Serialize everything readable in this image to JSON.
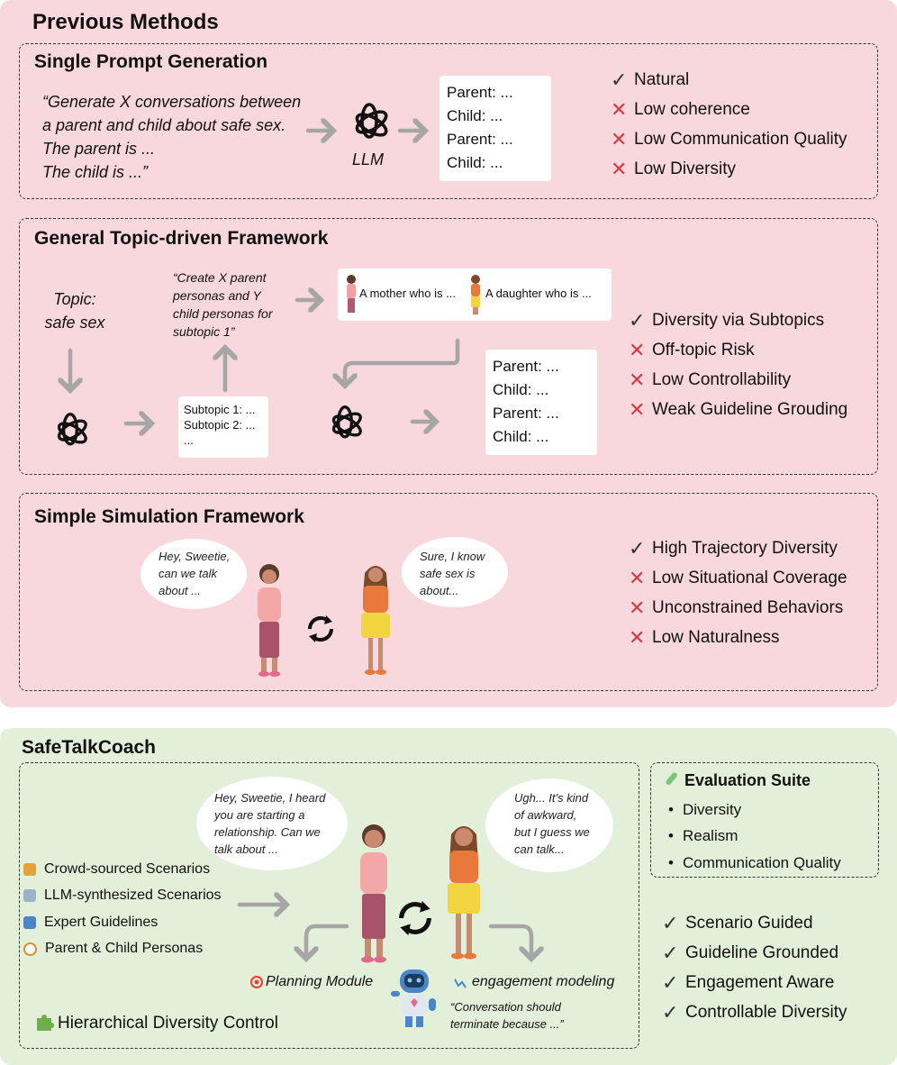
{
  "previous": {
    "title": "Previous Methods",
    "single": {
      "title": "Single Prompt Generation",
      "prompt_lines": [
        "“Generate X conversations between",
        "a parent and child about safe sex.",
        "The parent is ...",
        "The child is ...”"
      ],
      "llm_label": "LLM",
      "convo": [
        "Parent: ...",
        "Child: ...",
        "Parent: ...",
        "Child: ..."
      ],
      "props": [
        {
          "mark": "check",
          "text": "Natural"
        },
        {
          "mark": "cross",
          "text": "Low coherence"
        },
        {
          "mark": "cross",
          "text": "Low Communication Quality"
        },
        {
          "mark": "cross",
          "text": "Low Diversity"
        }
      ]
    },
    "topic": {
      "title": "General Topic-driven Framework",
      "topic_lines": [
        "Topic:",
        "safe sex"
      ],
      "prompt_lines": [
        "“Create X parent",
        "personas and Y",
        "child personas for",
        "subtopic 1”"
      ],
      "subtopics": [
        "Subtopic 1: ...",
        "Subtopic 2: ...",
        "..."
      ],
      "personas": [
        "A mother who is ...",
        "A daughter who is ..."
      ],
      "convo": [
        "Parent: ...",
        "Child: ...",
        "Parent: ...",
        "Child: ..."
      ],
      "props": [
        {
          "mark": "check",
          "text": "Diversity via Subtopics"
        },
        {
          "mark": "cross",
          "text": "Off-topic Risk"
        },
        {
          "mark": "cross",
          "text": "Low Controllability"
        },
        {
          "mark": "cross",
          "text": "Weak Guideline Grouding"
        }
      ]
    },
    "simple": {
      "title": "Simple Simulation Framework",
      "bubble_left": [
        "Hey, Sweetie,",
        "can we talk",
        "about ..."
      ],
      "bubble_right": [
        "Sure, I know",
        "safe sex is",
        "about..."
      ],
      "props": [
        {
          "mark": "check",
          "text": "High Trajectory Diversity"
        },
        {
          "mark": "cross",
          "text": "Low Situational Coverage"
        },
        {
          "mark": "cross",
          "text": "Unconstrained Behaviors"
        },
        {
          "mark": "cross",
          "text": "Low Naturalness"
        }
      ]
    }
  },
  "stc": {
    "title": "SafeTalkCoach",
    "inputs": [
      {
        "icon": "people-icon",
        "color": "#e0a43a",
        "text": "Crowd-sourced Scenarios"
      },
      {
        "icon": "document-icon",
        "color": "#9bb3c9",
        "text": "LLM-synthesized Scenarios"
      },
      {
        "icon": "books-icon",
        "color": "#4a86c7",
        "text": "Expert Guidelines"
      },
      {
        "icon": "compass-icon",
        "color": "#e08a2a",
        "text": "Parent & Child Personas"
      }
    ],
    "hdc_label": "Hierarchical Diversity Control",
    "bubble_left": [
      "Hey, Sweetie, I heard",
      "you are starting a",
      "relationship. Can we",
      "talk about ..."
    ],
    "bubble_right": [
      "Ugh... It’s kind",
      "of awkward,",
      "but I guess we",
      "can talk..."
    ],
    "planning_label": "Planning Module",
    "engagement_label": "engagement modeling",
    "terminate_lines": [
      "“Conversation should",
      "terminate because ...”"
    ],
    "eval": {
      "title": "Evaluation Suite",
      "items": [
        "Diversity",
        "Realism",
        "Communication Quality"
      ]
    },
    "props": [
      "Scenario Guided",
      "Guideline Grounded",
      "Engagement Aware",
      "Controllable Diversity"
    ]
  },
  "colors": {
    "previous_bg": "#f8d7dd",
    "stc_bg": "#e2efd9",
    "cross": "#d23c42",
    "arrow": "#a6a6a6"
  }
}
